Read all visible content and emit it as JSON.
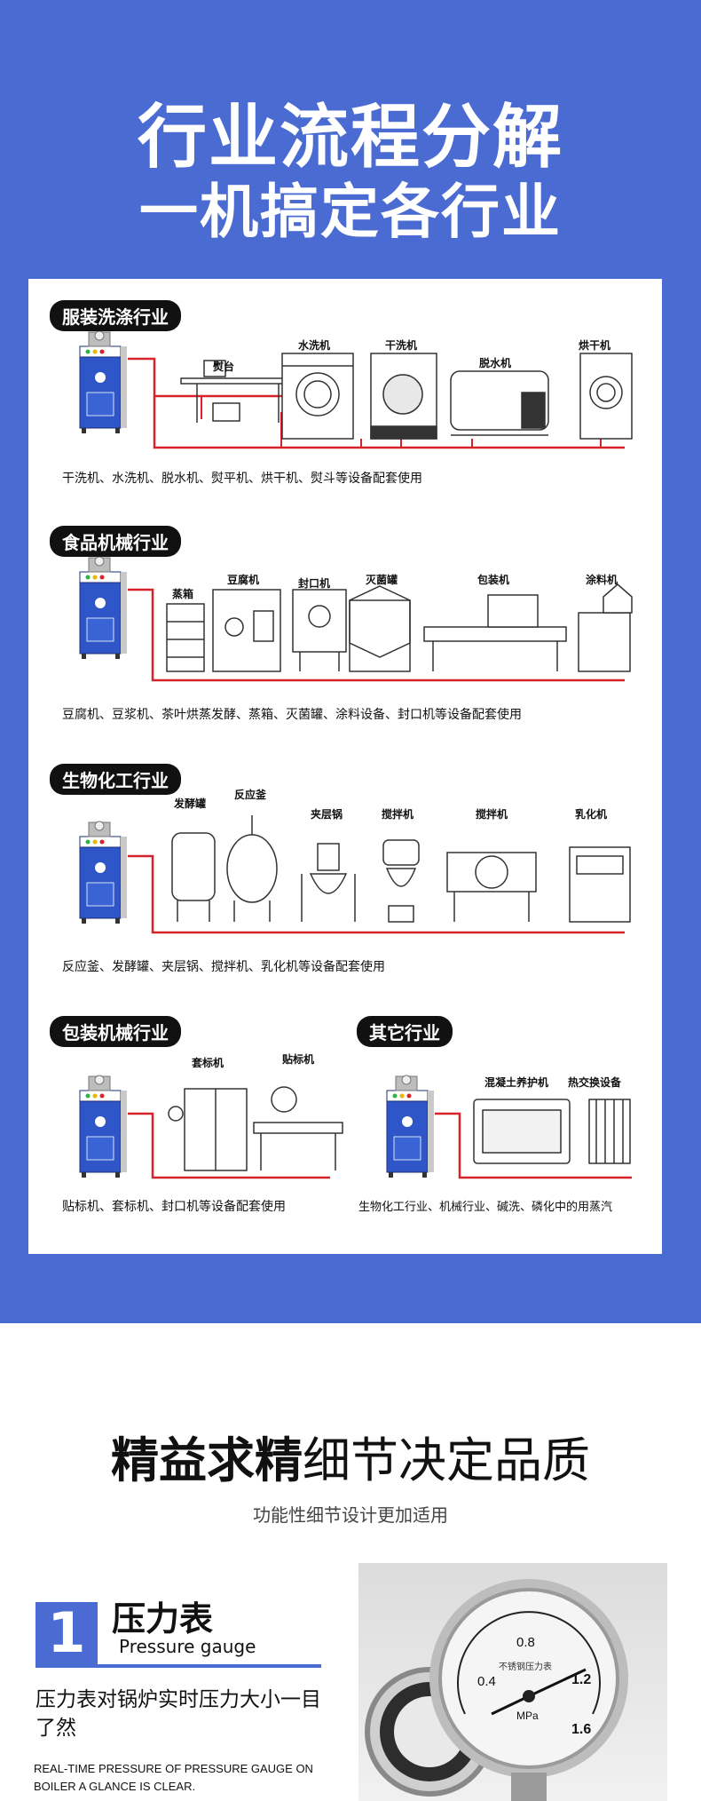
{
  "hero": {
    "title_line1": "行业流程分解",
    "title_line2": "一机搞定各行业"
  },
  "industries": [
    {
      "tag": "服装洗涤行业",
      "machines": [
        "熨台",
        "水洗机",
        "干洗机",
        "脱水机",
        "烘干机"
      ],
      "description": "干洗机、水洗机、脱水机、熨平机、烘干机、熨斗等设备配套使用"
    },
    {
      "tag": "食品机械行业",
      "machines": [
        "蒸箱",
        "豆腐机",
        "封口机",
        "灭菌罐",
        "包装机",
        "涂料机"
      ],
      "description": "豆腐机、豆浆机、茶叶烘蒸发酵、蒸箱、灭菌罐、涂料设备、封口机等设备配套使用"
    },
    {
      "tag": "生物化工行业",
      "machines": [
        "发酵罐",
        "反应釜",
        "夹层锅",
        "搅拌机",
        "搅拌机",
        "乳化机"
      ],
      "description": "反应釜、发酵罐、夹层锅、搅拌机、乳化机等设备配套使用"
    },
    {
      "tag": "包装机械行业",
      "machines": [
        "套标机",
        "贴标机"
      ],
      "description": "贴标机、套标机、封口机等设备配套使用"
    },
    {
      "tag": "其它行业",
      "machines": [
        "混凝土养护机",
        "热交换设备"
      ],
      "description": "生物化工行业、机械行业、碱洗、磷化中的用蒸汽"
    }
  ],
  "details": {
    "title_bold": "精益求精",
    "title_light": "细节决定品质",
    "subtitle": "功能性细节设计更加适用"
  },
  "feature": {
    "number": "1",
    "title": "压力表",
    "title_en": "Pressure gauge",
    "description": "压力表对锅炉实时压力大小一目了然",
    "description_en": "REAL-TIME PRESSURE OF PRESSURE GAUGE ON BOILER A GLANCE IS CLEAR."
  },
  "gauge": {
    "ticks": [
      "0.4",
      "0.8",
      "1.2",
      "1.6"
    ],
    "unit": "MPa",
    "face_text": "不锈钢压力表"
  },
  "colors": {
    "brand_blue": "#4a6bd2",
    "pipe_red": "#d8232a"
  }
}
